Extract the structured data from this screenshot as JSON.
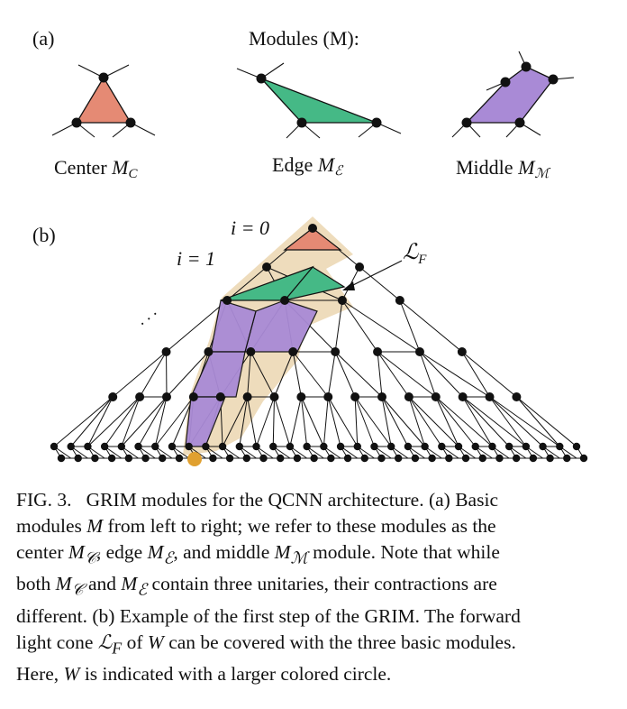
{
  "panel_a": {
    "label": "(a)",
    "title": "Modules (M):",
    "modules": [
      {
        "name": "Center M_C",
        "color": "#e58a74"
      },
      {
        "name": "Edge M_E",
        "color": "#45b986"
      },
      {
        "name": "Middle M_M",
        "color": "#a98ad6"
      }
    ]
  },
  "panel_b": {
    "label": "(b)",
    "layer_labels": [
      "i = 0",
      "i = 1"
    ],
    "ellipsis": ". . .",
    "cone_label": "L_F",
    "highlight_color": "#ebd6b0",
    "w_color": "#e0a030"
  },
  "caption": {
    "lines": [
      "FIG. 3.   GRIM modules for the QCNN architecture. (a) Basic",
      "modules M from left to right; we refer to these modules as the",
      "center M_C, edge M_E, and middle M_M module. Note that while",
      "both M_C and M_E contain three unitaries, their contractions are",
      "different. (b) Example of the first step of the GRIM. The forward",
      "light cone L_F of W can be covered with the three basic modules.",
      "Here, W is indicated with a larger colored circle."
    ]
  }
}
